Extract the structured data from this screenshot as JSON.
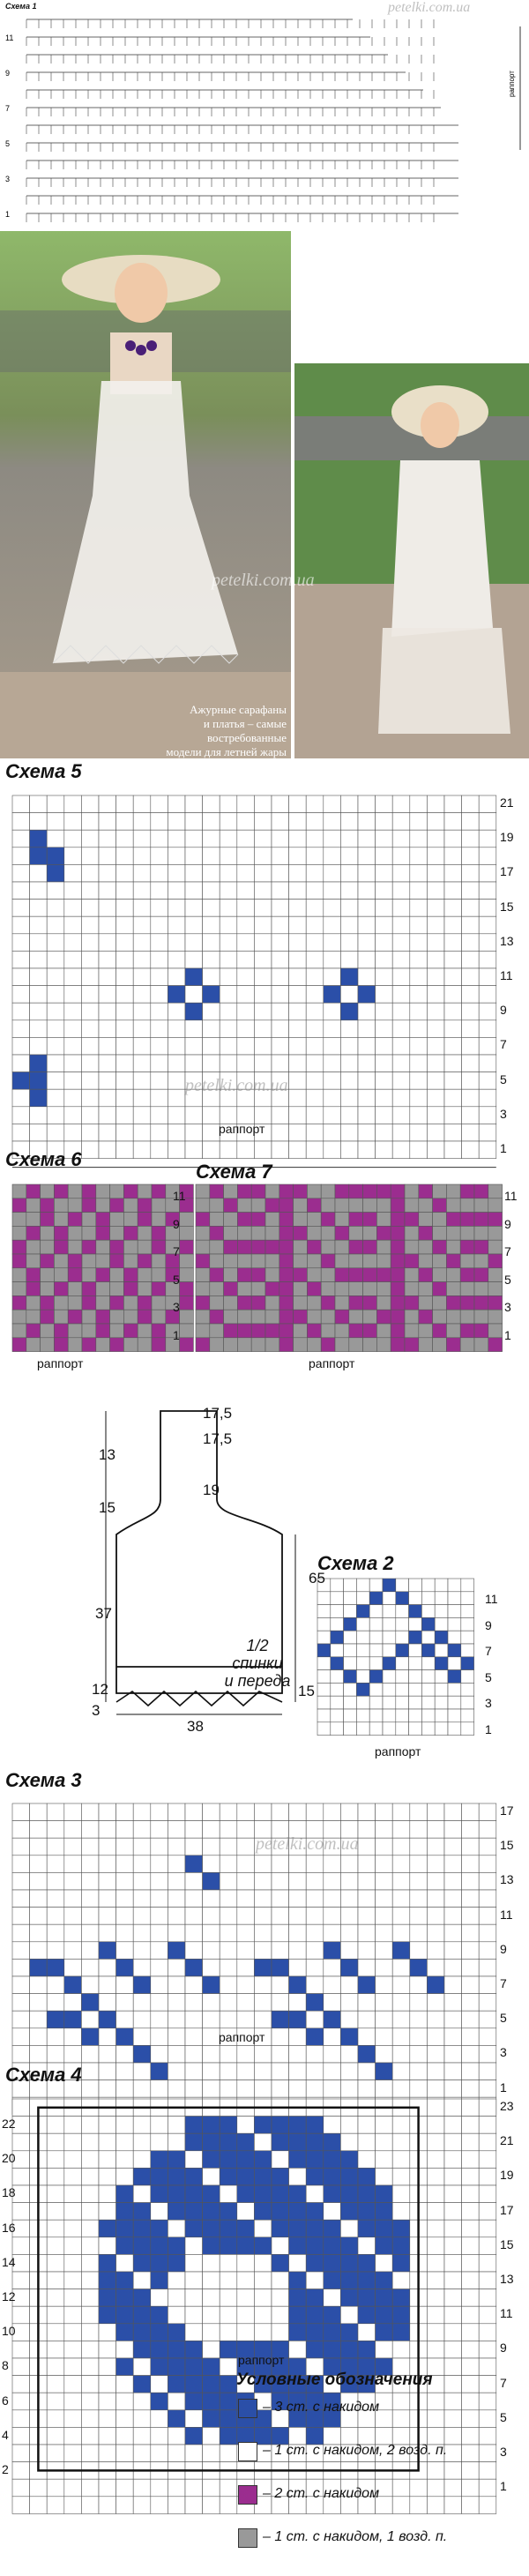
{
  "watermark": "petelki.com.ua",
  "schema1": {
    "title": "Схема 1",
    "row_numbers": [
      "11",
      "9",
      "7",
      "5",
      "3",
      "1"
    ],
    "side_label": "раппорт"
  },
  "photo": {
    "caption": "Ажурные сарафаны\nи платья – самые\nвостребованные\nмодели для летней жары"
  },
  "schema5": {
    "title": "Схема 5",
    "row_numbers": [
      "21",
      "19",
      "17",
      "15",
      "13",
      "11",
      "9",
      "7",
      "5",
      "3",
      "1"
    ],
    "rapport": "раппорт"
  },
  "schema6": {
    "title": "Схема 6",
    "row_numbers": [
      "11",
      "9",
      "7",
      "5",
      "3",
      "1"
    ],
    "rapport": "раппорт"
  },
  "schema7": {
    "title": "Схема 7",
    "row_numbers": [
      "11",
      "9",
      "7",
      "5",
      "3",
      "1"
    ],
    "rapport": "раппорт"
  },
  "pattern": {
    "dims": [
      "17,5",
      "17,5",
      "13",
      "15",
      "19",
      "65",
      "37",
      "12",
      "3",
      "15",
      "38"
    ],
    "label": "1/2\nспинки\nи переда"
  },
  "schema2": {
    "title": "Схема 2",
    "row_numbers": [
      "11",
      "9",
      "7",
      "5",
      "3",
      "1"
    ],
    "rapport": "раппорт"
  },
  "schema3": {
    "title": "Схема 3",
    "row_numbers": [
      "17",
      "15",
      "13",
      "11",
      "9",
      "7",
      "5",
      "3",
      "1"
    ],
    "rapport": "раппорт"
  },
  "schema4": {
    "title": "Схема 4",
    "row_numbers_right": [
      "23",
      "21",
      "19",
      "17",
      "15",
      "13",
      "11",
      "9",
      "7",
      "5",
      "3",
      "1"
    ],
    "row_numbers_left": [
      "22",
      "20",
      "18",
      "16",
      "14",
      "12",
      "10",
      "8",
      "6",
      "4",
      "2"
    ],
    "rapport": "раппорт"
  },
  "legend": {
    "title": "Условные обозначения",
    "items": [
      {
        "color": "#2b4fa8",
        "text": "– 3 ст. с накидом"
      },
      {
        "color": "#ffffff",
        "text": "– 1 ст. с накидом, 2 возд. п."
      },
      {
        "color": "#9b2d8f",
        "text": "– 2 ст. с накидом"
      },
      {
        "color": "#999999",
        "text": "– 1 ст. с накидом, 1 возд. п."
      }
    ]
  },
  "colors": {
    "blue": "#2b4fa8",
    "purple": "#9b2d8f",
    "gray": "#999999"
  }
}
